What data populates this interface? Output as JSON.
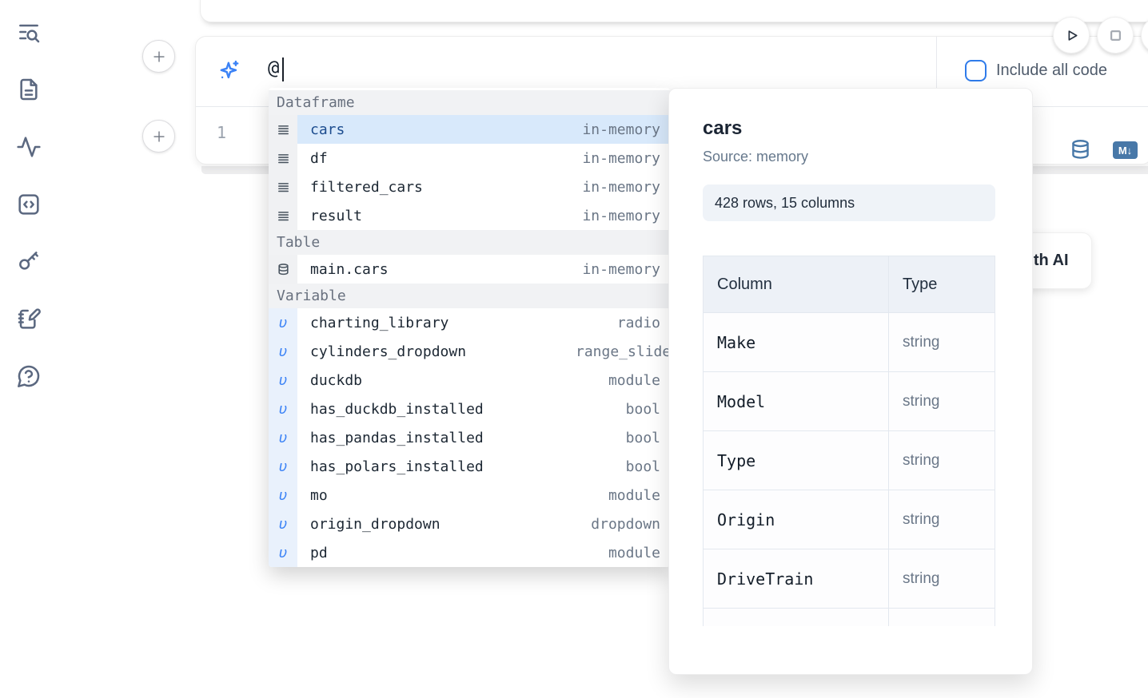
{
  "sidebar": {
    "icons": [
      "list-search",
      "file-text",
      "activity",
      "code",
      "key",
      "notebook-edit",
      "help"
    ]
  },
  "ai_input": {
    "value": "@",
    "include_all_code_label": "Include all code"
  },
  "editor": {
    "line_number": "1"
  },
  "cell_actions": {
    "markdown_label": "M↓"
  },
  "hidden_button": {
    "label": "Generate with AI"
  },
  "autocomplete": {
    "variable_glyph": "υ",
    "sections": [
      {
        "label": "Dataframe",
        "items": [
          {
            "icon": "dataframe",
            "name": "cars",
            "type": "in-memory",
            "selected": true
          },
          {
            "icon": "dataframe",
            "name": "df",
            "type": "in-memory"
          },
          {
            "icon": "dataframe",
            "name": "filtered_cars",
            "type": "in-memory"
          },
          {
            "icon": "dataframe",
            "name": "result",
            "type": "in-memory"
          }
        ]
      },
      {
        "label": "Table",
        "items": [
          {
            "icon": "table",
            "name": "main.cars",
            "type": "in-memory"
          }
        ]
      },
      {
        "label": "Variable",
        "items": [
          {
            "icon": "variable",
            "name": "charting_library",
            "type": "radio"
          },
          {
            "icon": "variable",
            "name": "cylinders_dropdown",
            "type": "range_slider"
          },
          {
            "icon": "variable",
            "name": "duckdb",
            "type": "module"
          },
          {
            "icon": "variable",
            "name": "has_duckdb_installed",
            "type": "bool"
          },
          {
            "icon": "variable",
            "name": "has_pandas_installed",
            "type": "bool"
          },
          {
            "icon": "variable",
            "name": "has_polars_installed",
            "type": "bool"
          },
          {
            "icon": "variable",
            "name": "mo",
            "type": "module"
          },
          {
            "icon": "variable",
            "name": "origin_dropdown",
            "type": "dropdown"
          },
          {
            "icon": "variable",
            "name": "pd",
            "type": "module"
          }
        ]
      }
    ]
  },
  "preview_panel": {
    "title": "cars",
    "source": "Source: memory",
    "shape_badge": "428 rows, 15 columns",
    "table": {
      "headers": [
        "Column",
        "Type"
      ],
      "rows": [
        [
          "Make",
          "string"
        ],
        [
          "Model",
          "string"
        ],
        [
          "Type",
          "string"
        ],
        [
          "Origin",
          "string"
        ],
        [
          "DriveTrain",
          "string"
        ]
      ]
    }
  },
  "colors": {
    "accent_blue": "#2f7bea",
    "sparkle_blue": "#3b82f6",
    "steel_blue": "#4878a8",
    "selection_bg": "#d8e9fb"
  }
}
